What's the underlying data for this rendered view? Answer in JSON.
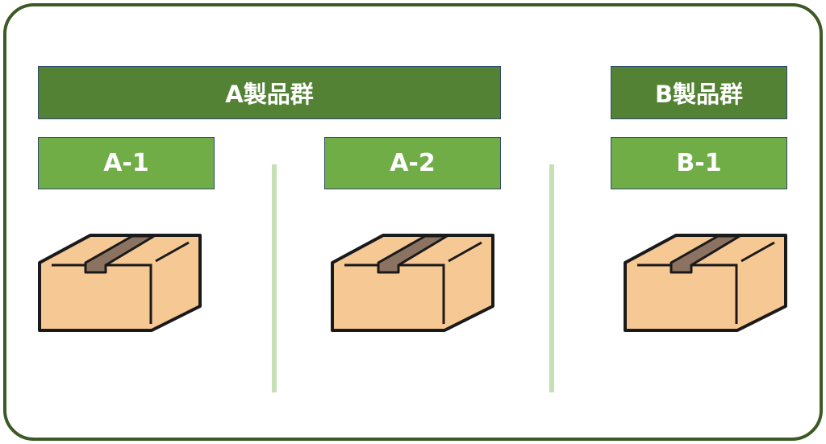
{
  "groups": {
    "a": {
      "label": "A製品群"
    },
    "b": {
      "label": "B製品群"
    }
  },
  "products": [
    {
      "label": "A-1"
    },
    {
      "label": "A-2"
    },
    {
      "label": "B-1"
    }
  ],
  "colors": {
    "border": "#3d5a26",
    "group": "#548235",
    "product": "#70ad47",
    "box": "#f5c894",
    "tape": "#8c7361",
    "divider": "#c5e0b4"
  }
}
